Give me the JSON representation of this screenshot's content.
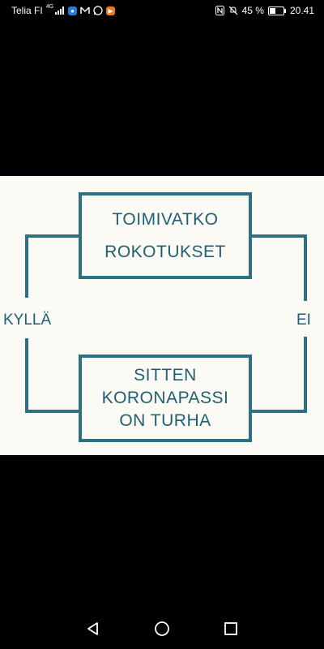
{
  "status_bar": {
    "carrier": "Telia FI",
    "network": "4G",
    "battery": "45 %",
    "battery_level": 0.45,
    "time": "20.41",
    "icons": [
      "signal-icon",
      "app-notification-icon",
      "gmail-icon",
      "whatsapp-icon",
      "media-icon",
      "nfc-icon",
      "mute-icon",
      "battery-icon"
    ]
  },
  "diagram": {
    "top_box": {
      "line1": "TOIMIVATKO",
      "line2": "ROKOTUKSET"
    },
    "bottom_box": {
      "line1": "SITTEN",
      "line2": "KORONAPASSI",
      "line3": "ON TURHA"
    },
    "left_label": "KYLLÄ",
    "right_label": "EI",
    "colors": {
      "line": "#2d6f85",
      "text": "#1f5f74",
      "background": "#fbfaf4"
    }
  },
  "nav_bar": {
    "buttons": [
      "back",
      "home",
      "recents"
    ]
  }
}
